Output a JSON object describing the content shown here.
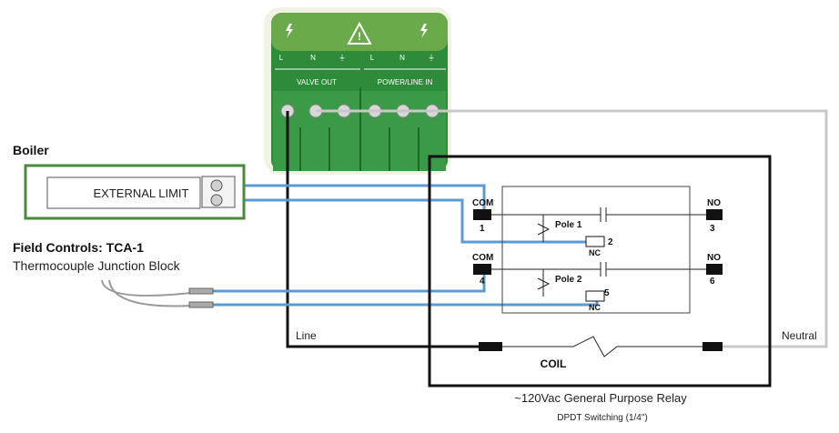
{
  "control_board": {
    "terminal_labels": [
      "L",
      "N",
      "⏚",
      "L",
      "N",
      "⏚"
    ],
    "valve_out_label": "VALVE OUT",
    "power_line_in_label": "POWER/LINE IN"
  },
  "boiler": {
    "title": "Boiler",
    "external_limit_label": "EXTERNAL LIMIT"
  },
  "field_controls": {
    "title": "Field Controls: TCA-1",
    "subtitle": "Thermocouple  Junction Block"
  },
  "relay": {
    "com_top_label": "COM",
    "com_top_pin": "1",
    "com_bottom_label": "COM",
    "com_bottom_pin": "4",
    "no_top_label": "NO",
    "no_top_pin": "3",
    "no_bottom_label": "NO",
    "no_bottom_pin": "6",
    "nc_top_label": "NC",
    "nc_top_pin": "2",
    "nc_bottom_label": "NC",
    "nc_bottom_pin": "5",
    "pole1_label": "Pole 1",
    "pole2_label": "Pole 2",
    "coil_label": "COIL",
    "caption": "~120Vac General Purpose Relay",
    "subcaption": "DPDT Switching (1/4\")"
  },
  "wires": {
    "line_label": "Line",
    "neutral_label": "Neutral"
  },
  "colors": {
    "line_wire": "#111111",
    "neutral_wire": "#c8c8c8",
    "signal_wire": "#5b9bd5",
    "boiler_border": "#4a8a3a",
    "board_green": "#2e8b3a"
  }
}
